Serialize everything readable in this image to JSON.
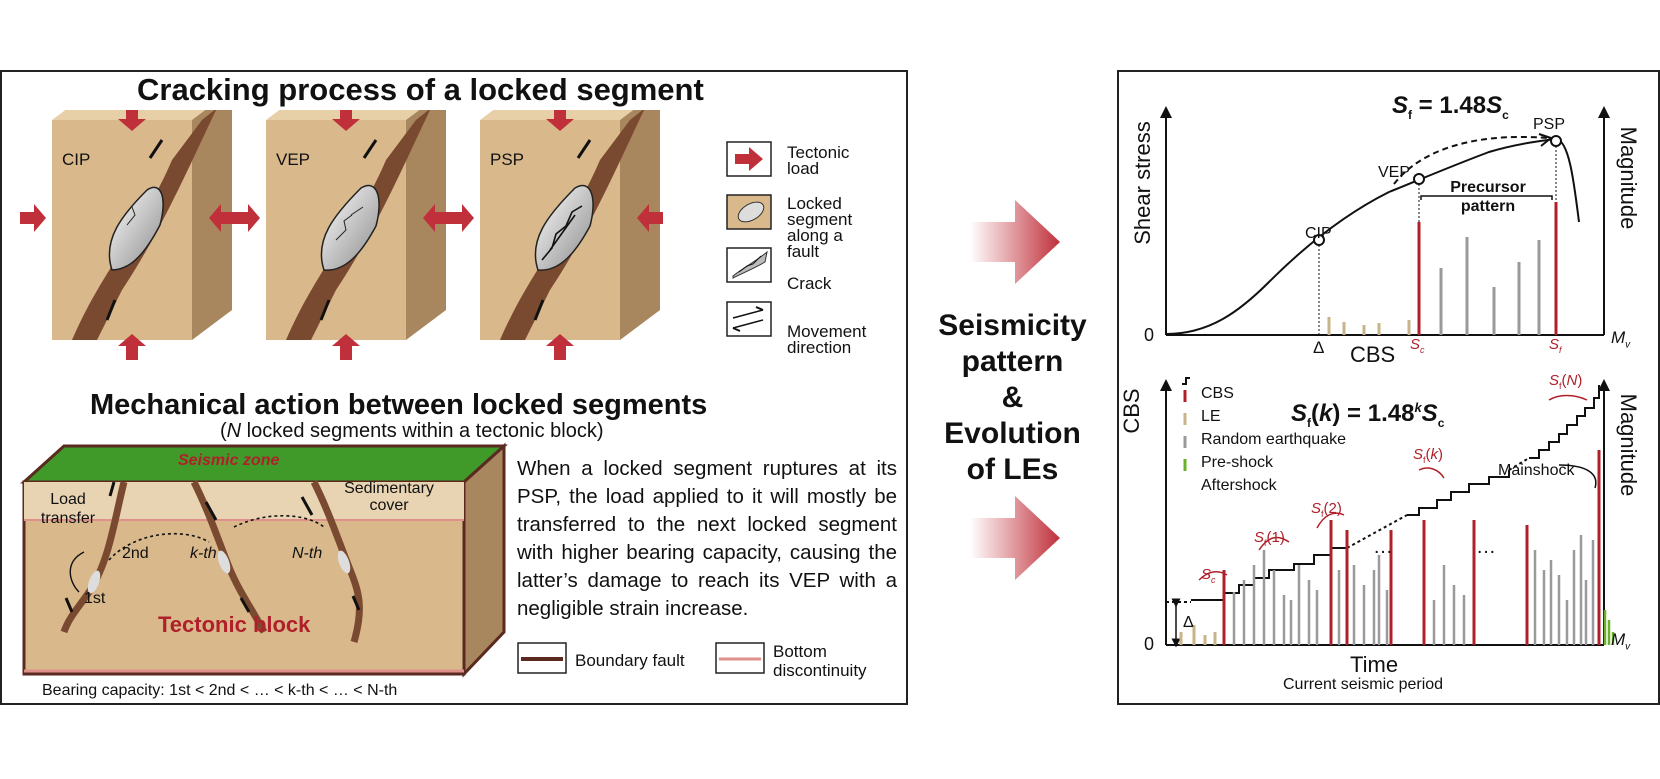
{
  "left": {
    "title": "Cracking process of a locked segment",
    "stages": [
      "CIP",
      "VEP",
      "PSP"
    ],
    "legend": {
      "tectonic_load": "Tectonic load",
      "locked_segment": "Locked segment along a fault",
      "crack": "Crack",
      "movement": "Movement direction"
    },
    "mech_title": "Mechanical action between locked segments",
    "mech_subtitle_italic": "N",
    "mech_subtitle_rest": " locked segments within a tectonic block)",
    "block": {
      "seismic_zone": "Seismic zone",
      "load_transfer": "Load transfer",
      "sedimentary_cover": "Sedimentary cover",
      "first": "1st",
      "second": "2nd",
      "kth": "k-th",
      "nth": "N-th",
      "tectonic_block": "Tectonic block"
    },
    "paragraph": "When a locked segment ruptures at its PSP, the load applied to it will mostly be transferred to the next locked segment with higher bearing capacity, causing the latter’s damage to reach its VEP with a negligible strain increase.",
    "legend2": {
      "boundary_fault": "Boundary fault",
      "bottom_discontinuity": "Bottom discontinuity"
    },
    "bearing_capacity": "Bearing capacity: 1st < 2nd < … < k-th < … < N-th"
  },
  "center": {
    "lines": [
      "Seismicity",
      "pattern",
      "&",
      "Evolution",
      "of LEs"
    ]
  },
  "right": {
    "top": {
      "formula": "Sf = 1.48Sc",
      "y_left": "Shear stress",
      "y_right": "Magnitude",
      "zero": "0",
      "delta": "Δ",
      "cbs": "CBS",
      "sc": "Sc",
      "sf": "Sf",
      "mv": "Mv",
      "cip": "CIP",
      "vep": "VEP",
      "psp": "PSP",
      "precursor": "Precursor pattern"
    },
    "bottom": {
      "formula": "Sf(k) = 1.48kSc",
      "y_left": "CBS",
      "y_right": "Magnitude",
      "zero": "0",
      "delta": "Δ",
      "mv": "Mv",
      "legend": [
        "CBS",
        "LE",
        "Random earthquake",
        "Pre-shock",
        "Aftershock"
      ],
      "sc": "Sc",
      "sf1": "Sf(1)",
      "sf2": "Sf(2)",
      "sfk": "Sf(k)",
      "sfn": "Sf(N)",
      "mainshock": "Mainshock",
      "dots": "…",
      "time": "Time",
      "period": "Current seismic period"
    }
  },
  "colors": {
    "le_red": "#b0202a",
    "arrow_red": "#c0303a",
    "random_tan": "#c8b48a",
    "preshock_gray": "#9a9a9a",
    "aftershock_green": "#6ab02a",
    "block_tan": "#d9b98c",
    "fault_brown": "#7a4a30",
    "grass_green": "#3f9a2a"
  }
}
